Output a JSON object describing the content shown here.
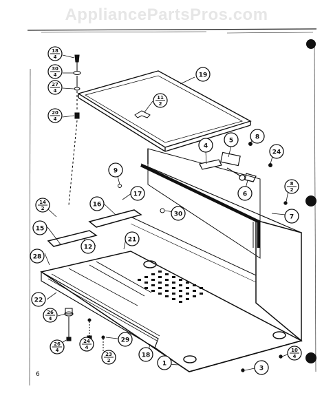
{
  "watermark": "AppliancePartsPros.com",
  "footer_mark": "6",
  "callouts": [
    {
      "id": "c18a",
      "label": "18",
      "qty": "4"
    },
    {
      "id": "c30a",
      "label": "30",
      "qty": "4"
    },
    {
      "id": "c27a",
      "label": "27",
      "qty": "4"
    },
    {
      "id": "c20a",
      "label": "20",
      "qty": "4"
    },
    {
      "id": "c11",
      "label": "11",
      "qty": "2"
    },
    {
      "id": "c19",
      "label": "19"
    },
    {
      "id": "c4",
      "label": "4"
    },
    {
      "id": "c5",
      "label": "5"
    },
    {
      "id": "c8a",
      "label": "8"
    },
    {
      "id": "c24a",
      "label": "24"
    },
    {
      "id": "c6",
      "label": "6"
    },
    {
      "id": "c8b",
      "label": "8",
      "qty": "2"
    },
    {
      "id": "c7",
      "label": "7"
    },
    {
      "id": "c9",
      "label": "9"
    },
    {
      "id": "c17",
      "label": "17"
    },
    {
      "id": "c16",
      "label": "16"
    },
    {
      "id": "c14",
      "label": "14",
      "qty": "2"
    },
    {
      "id": "c30b",
      "label": "30"
    },
    {
      "id": "c15",
      "label": "15"
    },
    {
      "id": "c21",
      "label": "21"
    },
    {
      "id": "c12",
      "label": "12"
    },
    {
      "id": "c28",
      "label": "28"
    },
    {
      "id": "c22",
      "label": "22"
    },
    {
      "id": "c26a",
      "label": "26",
      "qty": "4"
    },
    {
      "id": "c26b",
      "label": "26",
      "qty": "4"
    },
    {
      "id": "c24b",
      "label": "24",
      "qty": "4"
    },
    {
      "id": "c29",
      "label": "29"
    },
    {
      "id": "c23",
      "label": "23",
      "qty": "2"
    },
    {
      "id": "c18b",
      "label": "18"
    },
    {
      "id": "c1",
      "label": "1"
    },
    {
      "id": "c3",
      "label": "3"
    },
    {
      "id": "c10",
      "label": "10",
      "qty": "4"
    }
  ]
}
